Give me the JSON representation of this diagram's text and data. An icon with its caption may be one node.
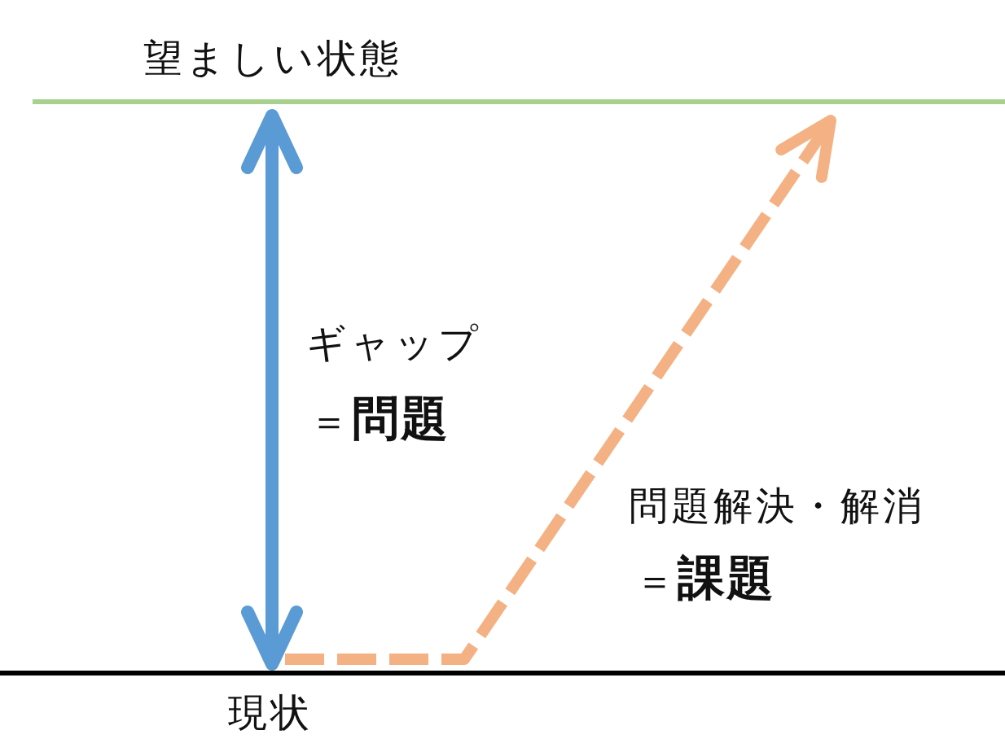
{
  "diagram": {
    "nodes": [
      {
        "text": [
          "望ましい状態"
        ]
      },
      {
        "text": [
          "現状"
        ]
      }
    ],
    "edges": [
      {
        "from": 1,
        "to": 0,
        "arrow": "both",
        "color": "#5b9bd5"
      },
      {
        "from": 1,
        "to": 0,
        "arrow": "to",
        "style": "dashed",
        "color": "#f4b183"
      }
    ],
    "labels": [
      "ギャップ",
      "＝**問題**",
      "問題解決・解消",
      "＝**課題**"
    ]
  }
}
